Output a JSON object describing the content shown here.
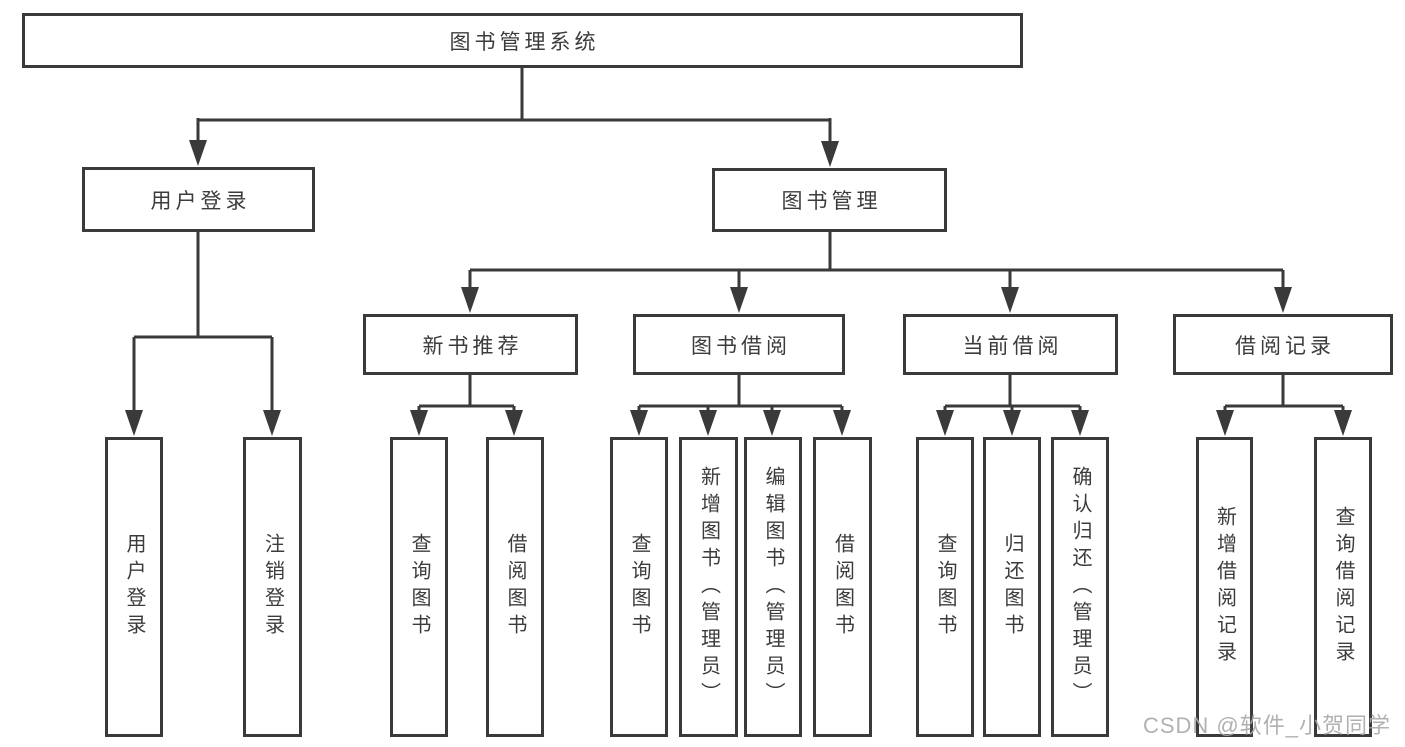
{
  "diagram_type": "hierarchy-tree",
  "tree": {
    "label": "图书管理系统",
    "children": [
      {
        "label": "用户登录",
        "children": [
          {
            "label": "用户登录"
          },
          {
            "label": "注销登录"
          }
        ]
      },
      {
        "label": "图书管理",
        "children": [
          {
            "label": "新书推荐",
            "children": [
              {
                "label": "查询图书"
              },
              {
                "label": "借阅图书"
              }
            ]
          },
          {
            "label": "图书借阅",
            "children": [
              {
                "label": "查询图书"
              },
              {
                "label": "新增图书（管理员）"
              },
              {
                "label": "编辑图书（管理员）"
              },
              {
                "label": "借阅图书"
              }
            ]
          },
          {
            "label": "当前借阅",
            "children": [
              {
                "label": "查询图书"
              },
              {
                "label": "归还图书"
              },
              {
                "label": "确认归还（管理员）"
              }
            ]
          },
          {
            "label": "借阅记录",
            "children": [
              {
                "label": "新增借阅记录"
              },
              {
                "label": "查询借阅记录"
              }
            ]
          }
        ]
      }
    ]
  },
  "watermark": {
    "text": "CSDN @软件_小贺同学"
  },
  "colors": {
    "line": "#3a3a3a",
    "box_border": "#3a3a3a",
    "text": "#3c3c3c",
    "watermark": "#a8a8a8",
    "background": "#ffffff"
  }
}
